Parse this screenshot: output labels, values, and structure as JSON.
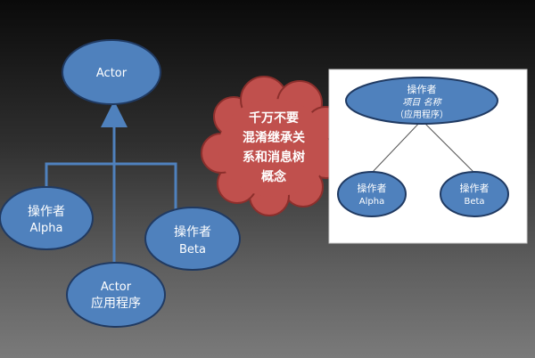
{
  "left_diagram": {
    "actor_top": {
      "label": "Actor"
    },
    "actor_alpha": {
      "line1": "操作者",
      "line2": "Alpha"
    },
    "actor_beta": {
      "line1": "操作者",
      "line2": "Beta"
    },
    "actor_app": {
      "line1": "Actor",
      "line2": "应用程序"
    }
  },
  "callout": {
    "lines": [
      "千万不要",
      "混淆继承关",
      "系和消息树",
      "概念"
    ]
  },
  "right_panel": {
    "root": {
      "line1": "操作者",
      "line2": "项目 名称",
      "line3": "（应用程序）"
    },
    "child_alpha": {
      "line1": "操作者",
      "line2": "Alpha"
    },
    "child_beta": {
      "line1": "操作者",
      "line2": "Beta"
    }
  },
  "colors": {
    "node_fill": "#4f81bd",
    "node_stroke": "#203a62",
    "connector": "#4f81bd",
    "cloud_fill": "#c0504d",
    "cloud_stroke": "#8c2f2c",
    "panel_bg": "#ffffff"
  }
}
